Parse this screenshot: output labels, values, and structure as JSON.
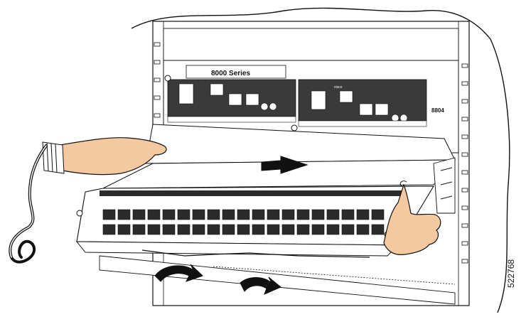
{
  "figure": {
    "id": "522768",
    "description_labels": {
      "chassis_series": "8000 Series",
      "chassis_model": "8804",
      "vendor_mark": "cisco"
    }
  },
  "colors": {
    "line": "#111111",
    "panel_fill": "#ffffff",
    "port_dark": "#2b2b2b",
    "card_dark": "#3a3a3a",
    "hand_fill": "#f4c9a0",
    "arrow_fill": "#111111"
  },
  "icons": [
    "hand-left-icon",
    "hand-right-icon",
    "push-arrow-icon",
    "rotate-arrow-left-icon",
    "rotate-arrow-right-icon",
    "esd-strap-icon"
  ]
}
